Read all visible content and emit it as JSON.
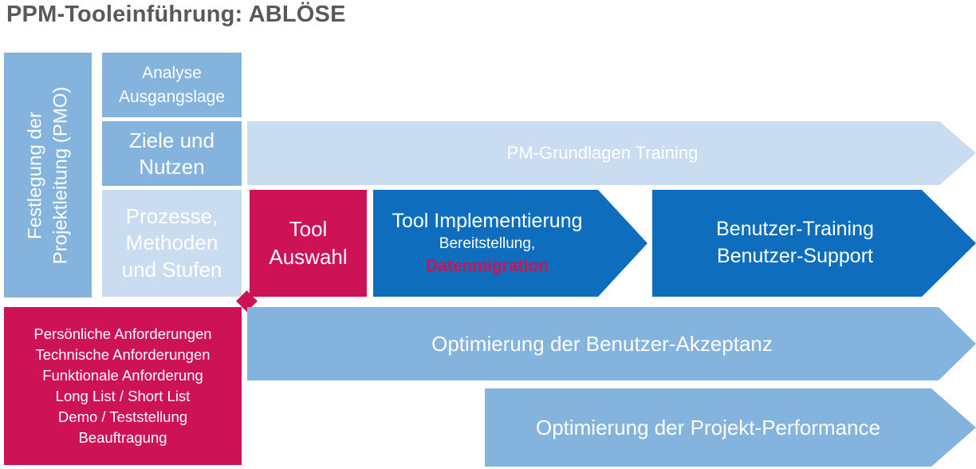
{
  "title": "PPM-Tooleinführung: ABLÖSE",
  "colors": {
    "medium_blue": "#84B4DE",
    "light_blue": "#C9DCF0",
    "dark_blue": "#0F6DBE",
    "crimson": "#CE1256",
    "title_color": "#595959",
    "text_white": "#FFFFFF"
  },
  "pmo": {
    "label": "Festlegung der Projektleitung (PMO)"
  },
  "prep_boxes": {
    "analyse": "Analyse Ausgangslage",
    "ziele": "Ziele und Nutzen",
    "prozesse": "Prozesse, Methoden und Stufen"
  },
  "training_arrow": {
    "label": "PM-Grundlagen Training"
  },
  "tool_auswahl": {
    "label": "Tool Auswahl"
  },
  "tool_implementierung": {
    "title": "Tool Implementierung",
    "subtitle": "Bereitstellung,",
    "highlight": "Datenmigration"
  },
  "benutzer_arrow": {
    "line1": "Benutzer-Training",
    "line2": "Benutzer-Support"
  },
  "requirements": {
    "items": [
      "Persönliche Anforderungen",
      "Technische Anforderungen",
      "Funktionale Anforderung",
      "Long List / Short List",
      "Demo / Teststellung",
      "Beauftragung"
    ]
  },
  "akzeptanz_arrow": {
    "label": "Optimierung der Benutzer-Akzeptanz"
  },
  "performance_arrow": {
    "label": "Optimierung der Projekt-Performance"
  }
}
